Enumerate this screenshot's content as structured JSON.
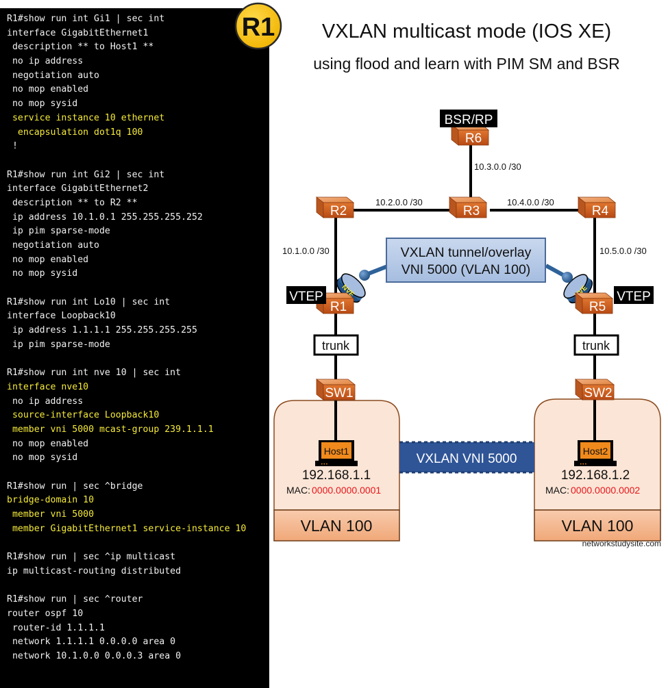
{
  "badge": {
    "label": "R1",
    "color": "#f5c000"
  },
  "title": {
    "main": "VXLAN multicast mode (IOS XE)",
    "sub": "using flood and learn with PIM SM and BSR"
  },
  "terminal": {
    "lines": [
      {
        "text": "R1#show run int Gi1 | sec int",
        "hl": false
      },
      {
        "text": "interface GigabitEthernet1",
        "hl": false
      },
      {
        "text": " description ** to Host1 **",
        "hl": false
      },
      {
        "text": " no ip address",
        "hl": false
      },
      {
        "text": " negotiation auto",
        "hl": false
      },
      {
        "text": " no mop enabled",
        "hl": false
      },
      {
        "text": " no mop sysid",
        "hl": false
      },
      {
        "text": " service instance 10 ethernet",
        "hl": true
      },
      {
        "text": "  encapsulation dot1q 100",
        "hl": true
      },
      {
        "text": " !",
        "hl": false
      },
      {
        "text": "",
        "hl": false
      },
      {
        "text": "R1#show run int Gi2 | sec int",
        "hl": false
      },
      {
        "text": "interface GigabitEthernet2",
        "hl": false
      },
      {
        "text": " description ** to R2 **",
        "hl": false
      },
      {
        "text": " ip address 10.1.0.1 255.255.255.252",
        "hl": false
      },
      {
        "text": " ip pim sparse-mode",
        "hl": false
      },
      {
        "text": " negotiation auto",
        "hl": false
      },
      {
        "text": " no mop enabled",
        "hl": false
      },
      {
        "text": " no mop sysid",
        "hl": false
      },
      {
        "text": "",
        "hl": false
      },
      {
        "text": "R1#show run int Lo10 | sec int",
        "hl": false
      },
      {
        "text": "interface Loopback10",
        "hl": false
      },
      {
        "text": " ip address 1.1.1.1 255.255.255.255",
        "hl": false
      },
      {
        "text": " ip pim sparse-mode",
        "hl": false
      },
      {
        "text": "",
        "hl": false
      },
      {
        "text": "R1#show run int nve 10 | sec int",
        "hl": false
      },
      {
        "text": "interface nve10",
        "hl": true
      },
      {
        "text": " no ip address",
        "hl": false
      },
      {
        "text": " source-interface Loopback10",
        "hl": true
      },
      {
        "text": " member vni 5000 mcast-group 239.1.1.1",
        "hl": true
      },
      {
        "text": " no mop enabled",
        "hl": false
      },
      {
        "text": " no mop sysid",
        "hl": false
      },
      {
        "text": "",
        "hl": false
      },
      {
        "text": "R1#show run | sec ^bridge",
        "hl": false
      },
      {
        "text": "bridge-domain 10",
        "hl": true
      },
      {
        "text": " member vni 5000",
        "hl": true
      },
      {
        "text": " member GigabitEthernet1 service-instance 10",
        "hl": true
      },
      {
        "text": "",
        "hl": false
      },
      {
        "text": "R1#show run | sec ^ip multicast",
        "hl": false
      },
      {
        "text": "ip multicast-routing distributed",
        "hl": false
      },
      {
        "text": "",
        "hl": false
      },
      {
        "text": "R1#show run | sec ^router",
        "hl": false
      },
      {
        "text": "router ospf 10",
        "hl": false
      },
      {
        "text": " router-id 1.1.1.1",
        "hl": false
      },
      {
        "text": " network 1.1.1.1 0.0.0.0 area 0",
        "hl": false
      },
      {
        "text": " network 10.1.0.0 0.0.0.3 area 0",
        "hl": false
      }
    ]
  },
  "topology": {
    "routers": {
      "R1": "R1",
      "R2": "R2",
      "R3": "R3",
      "R4": "R4",
      "R5": "R5",
      "R6": "R6"
    },
    "switches": {
      "SW1": "SW1",
      "SW2": "SW2"
    },
    "tags": {
      "bsr_rp": "BSR/RP",
      "vtep_left": "VTEP",
      "vtep_right": "VTEP"
    },
    "links": {
      "r6_r3": "10.3.0.0 /30",
      "r2_r3": "10.2.0.0 /30",
      "r3_r4": "10.4.0.0 /30",
      "r2_r1": "10.1.0.0 /30",
      "r4_r5": "10.5.0.0 /30"
    },
    "trunk_left": "trunk",
    "trunk_right": "trunk",
    "nve_label": "NVE",
    "overlay": {
      "line1": "VXLAN tunnel/overlay",
      "line2": "VNI 5000 (VLAN 100)"
    },
    "vni_banner": "VXLAN VNI 5000",
    "hosts": [
      {
        "name": "Host1",
        "ip": "192.168.1.1",
        "mac_label": "MAC:",
        "mac": "0000.0000.0001",
        "vlan": "VLAN 100"
      },
      {
        "name": "Host2",
        "ip": "192.168.1.2",
        "mac_label": "MAC:",
        "mac": "0000.0000.0002",
        "vlan": "VLAN 100"
      }
    ]
  },
  "colors": {
    "router_orange": "#d9622b",
    "highlight_yellow": "#f5ea3a",
    "mac_red": "#e8141a",
    "overlay_blue": "#b5c9e6",
    "banner_blue": "#2f5597",
    "site_bg": "#fbe5d6"
  },
  "watermark": "networkstudysite.com"
}
